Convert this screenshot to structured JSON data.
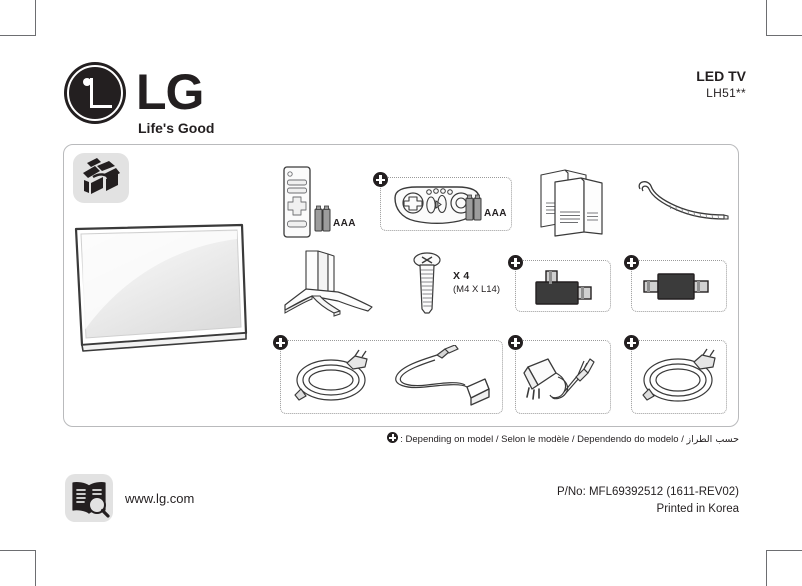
{
  "page": {
    "brand_name": "LG",
    "brand_tagline": "Life's Good",
    "product_title": "LED TV",
    "product_model": "LH51**"
  },
  "panel": {
    "items": [
      {
        "name": "unboxing-icon",
        "label": ""
      },
      {
        "name": "tv-unit",
        "label": ""
      },
      {
        "name": "standard-remote",
        "label": "AAA"
      },
      {
        "name": "magic-remote",
        "label": "AAA",
        "optional": true
      },
      {
        "name": "manuals",
        "label": ""
      },
      {
        "name": "cable-tie",
        "label": ""
      },
      {
        "name": "tv-stand",
        "label": ""
      },
      {
        "name": "screws",
        "label": "X 4",
        "sublabel": "(M4 X L14)"
      },
      {
        "name": "rf-adapter-angled",
        "label": "",
        "optional": true
      },
      {
        "name": "rf-adapter-inline",
        "label": "",
        "optional": true
      },
      {
        "name": "power-cord-and-adapter",
        "label": "",
        "optional": true
      },
      {
        "name": "wall-power-adapter",
        "label": "",
        "optional": true
      },
      {
        "name": "power-cord",
        "label": "",
        "optional": true
      }
    ],
    "labels": {
      "battery_standard": "AAA",
      "battery_magic": "AAA",
      "screw_count": "X 4",
      "screw_spec": "(M4 X L14)"
    }
  },
  "footnote": {
    "text_en": ": Depending on model / Selon le modèle / Dependendo do modelo / ",
    "text_ar": "حسب الطراز"
  },
  "footer": {
    "website": "www.lg.com",
    "part_number": "P/No: MFL69392512 (1611-REV02)",
    "printed_in": "Printed in Korea"
  },
  "colors": {
    "ink": "#231f20",
    "panel_border": "#b9babc",
    "icon_bg": "#e2e2e2",
    "dash": "#9a9a9a",
    "crop": "#6d6e71"
  }
}
